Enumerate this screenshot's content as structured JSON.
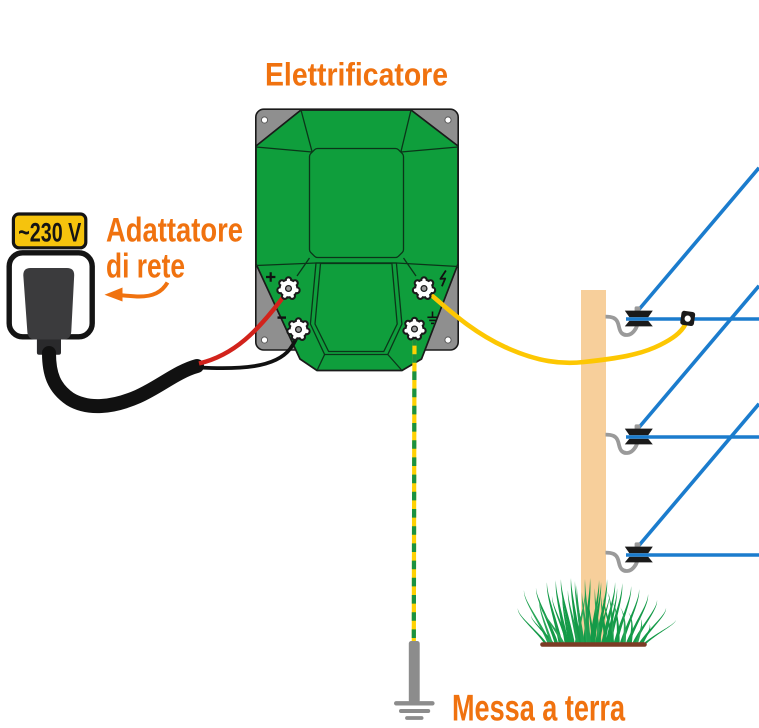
{
  "diagram": {
    "title": "Elettrificatore",
    "voltage_badge": "~230 V",
    "adapter_label_line1": "Adattatore",
    "adapter_label_line2": "di rete",
    "ground_label": "Messa a terra",
    "terminals": [
      {
        "id": "positive",
        "label": "+",
        "icon": "plus-icon"
      },
      {
        "id": "negative",
        "label": "−",
        "icon": "minus-icon"
      },
      {
        "id": "fence-output",
        "label": "",
        "icon": "lightning-icon"
      },
      {
        "id": "earth-output",
        "label": "",
        "icon": "earth-icon"
      }
    ],
    "colors": {
      "accent_orange": "#f0720f",
      "device_green": "#0f9e3c",
      "badge_yellow": "#f5c30d",
      "wire_yellow": "#fdc702",
      "wire_red": "#d2231c",
      "wire_blue": "#1b7ccd",
      "post_tan": "#f7cf9b",
      "grass_green": "#149a48",
      "soil_brown": "#7c3b25",
      "metal_gray": "#9a9a9a"
    }
  }
}
